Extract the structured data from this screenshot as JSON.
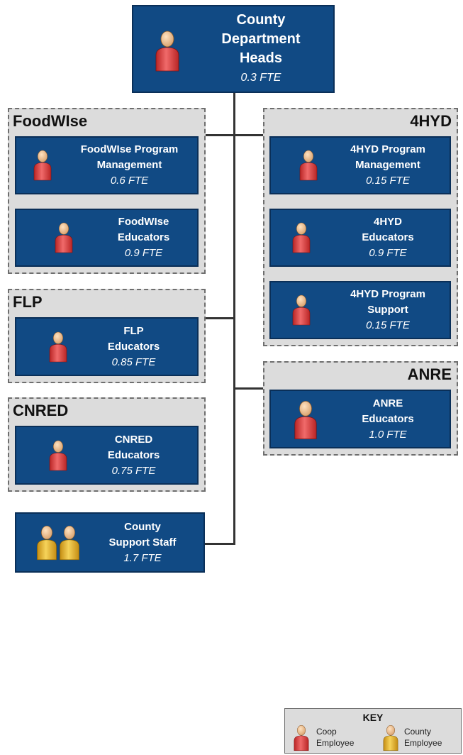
{
  "head": {
    "lines": [
      "County",
      "Department",
      "Heads"
    ],
    "fte": "0.3 FTE"
  },
  "groups": {
    "foodwise": {
      "title": "FoodWIse"
    },
    "hyd4": {
      "title": "4HYD"
    },
    "flp": {
      "title": "FLP"
    },
    "cnred": {
      "title": "CNRED"
    },
    "anre": {
      "title": "ANRE"
    }
  },
  "cards": {
    "foodwise_pm": {
      "lines": [
        "FoodWIse Program",
        "Management"
      ],
      "fte": "0.6 FTE",
      "employee": "coop"
    },
    "foodwise_ed": {
      "lines": [
        "FoodWIse",
        "Educators"
      ],
      "fte": "0.9 FTE",
      "employee": "coop"
    },
    "hyd_pm": {
      "lines": [
        "4HYD Program",
        "Management"
      ],
      "fte": "0.15 FTE",
      "employee": "coop"
    },
    "hyd_ed": {
      "lines": [
        "4HYD",
        "Educators"
      ],
      "fte": "0.9 FTE",
      "employee": "coop"
    },
    "hyd_ps": {
      "lines": [
        "4HYD Program",
        "Support"
      ],
      "fte": "0.15 FTE",
      "employee": "coop"
    },
    "flp_ed": {
      "lines": [
        "FLP",
        "Educators"
      ],
      "fte": "0.85 FTE",
      "employee": "coop"
    },
    "anre_ed": {
      "lines": [
        "ANRE",
        "Educators"
      ],
      "fte": "1.0 FTE",
      "employee": "coop"
    },
    "cnred_ed": {
      "lines": [
        "CNRED",
        "Educators"
      ],
      "fte": "0.75 FTE",
      "employee": "coop"
    },
    "support": {
      "lines": [
        "County",
        "Support Staff"
      ],
      "fte": "1.7 FTE",
      "employee": "county"
    }
  },
  "key": {
    "title": "KEY",
    "coop": [
      "Coop",
      "Employee"
    ],
    "county": [
      "County",
      "Employee"
    ]
  },
  "colors": {
    "card": "#114a84",
    "coop_person": "#e85a5a",
    "county_person": "#efc23a"
  }
}
